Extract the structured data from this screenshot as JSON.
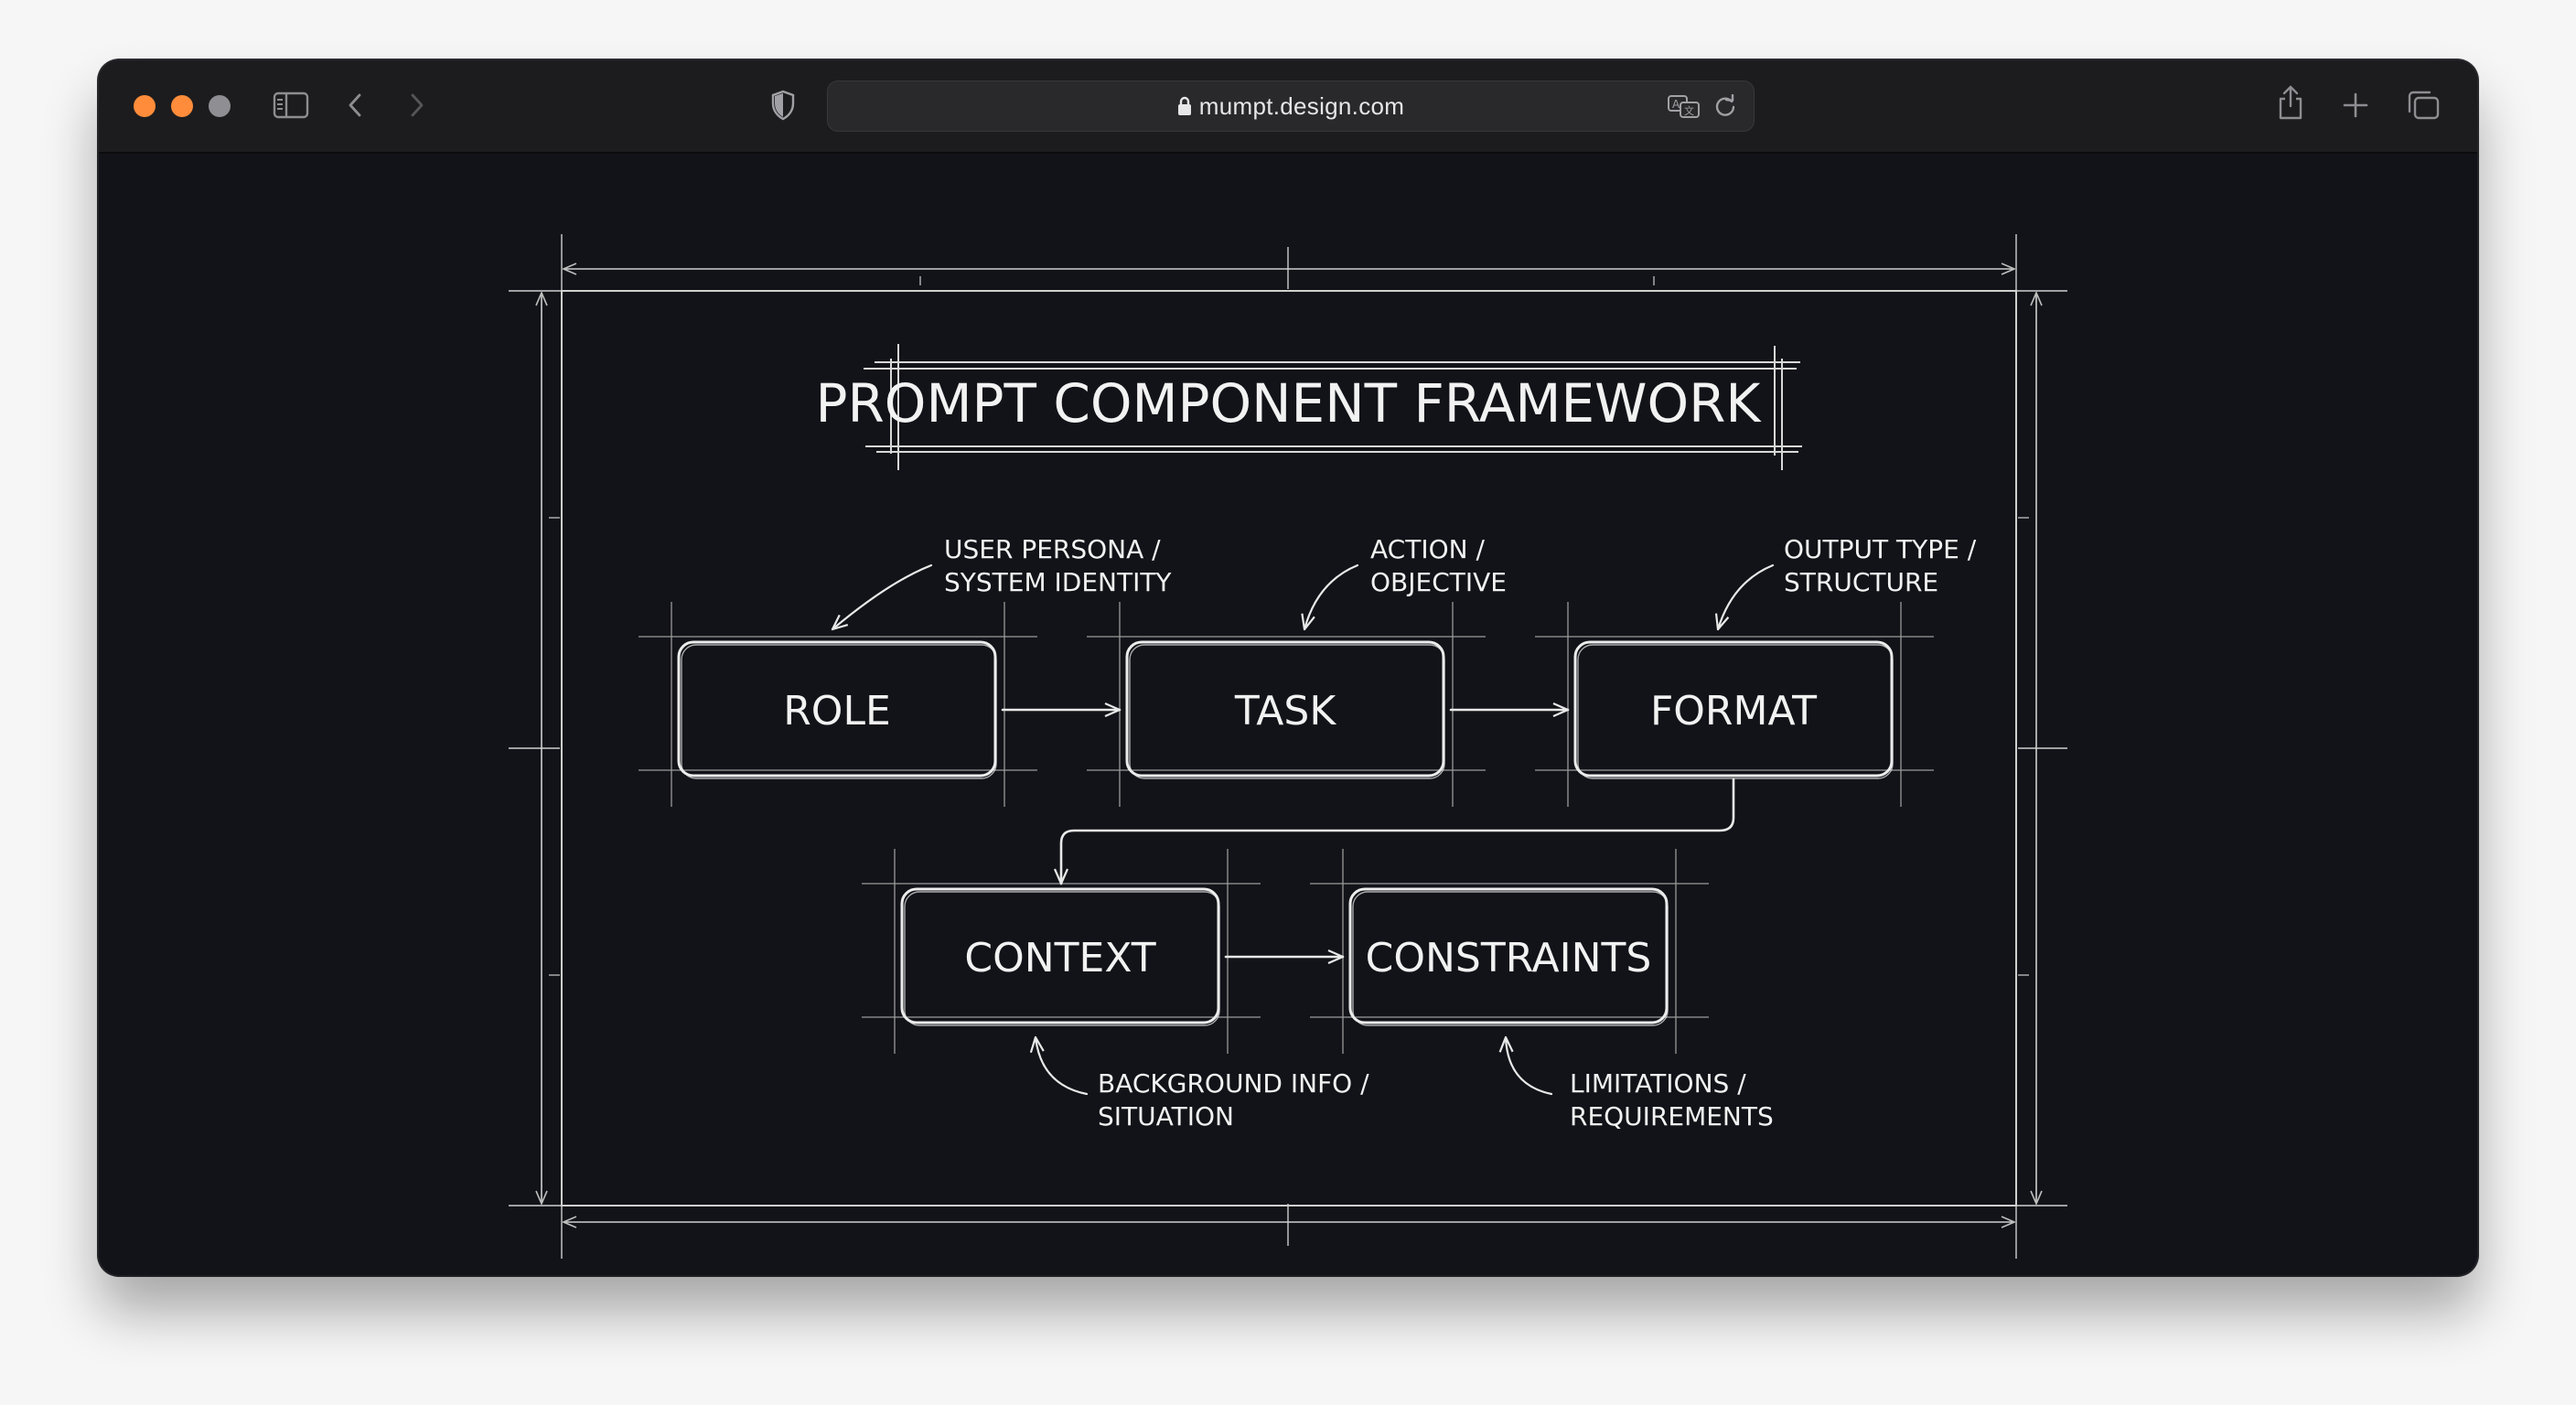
{
  "browser": {
    "url": "mumpt.design.com",
    "traffic_lights": {
      "close": "#ff8c3a",
      "minimize": "#ff8c3a",
      "zoom": "#8e8e93"
    },
    "icons": [
      "sidebar-icon",
      "back-icon",
      "forward-icon",
      "shield-icon",
      "lock-icon",
      "translate-icon",
      "reload-icon",
      "share-icon",
      "new-tab-icon",
      "tabs-overview-icon"
    ]
  },
  "diagram": {
    "title": "PROMPT COMPONENT FRAMEWORK",
    "boxes": {
      "role": "ROLE",
      "task": "TASK",
      "format": "FORMAT",
      "context": "CONTEXT",
      "constraints": "CONSTRAINTS"
    },
    "annotations": {
      "role": [
        "USER PERSONA /",
        "SYSTEM IDENTITY"
      ],
      "task": [
        "ACTION /",
        "OBJECTIVE"
      ],
      "format": [
        "OUTPUT TYPE /",
        "STRUCTURE"
      ],
      "context": [
        "BACKGROUND INFO /",
        "SITUATION"
      ],
      "constraints": [
        "LIMITATIONS /",
        "REQUIREMENTS"
      ]
    },
    "colors": {
      "background": "#121318",
      "stroke": "#e9e9e9"
    }
  }
}
